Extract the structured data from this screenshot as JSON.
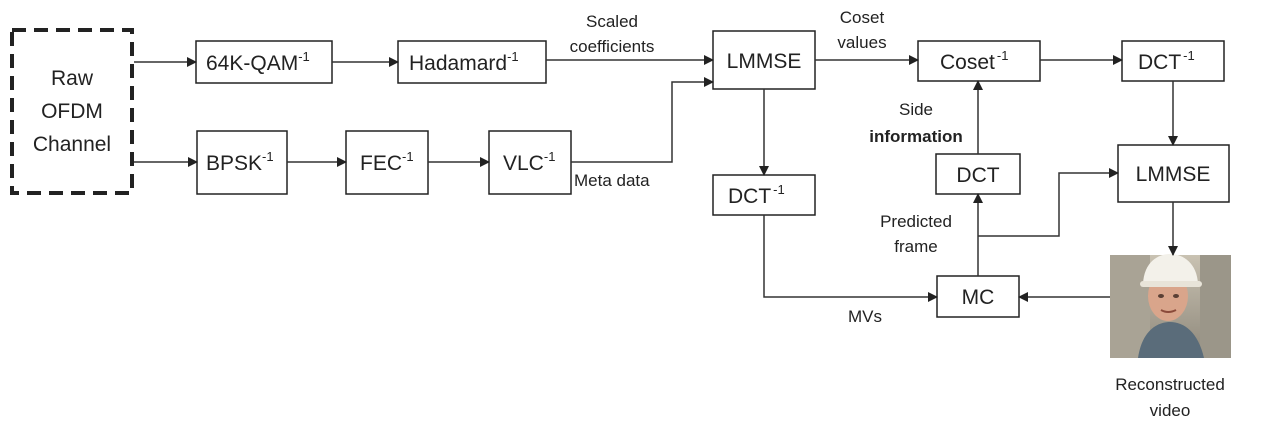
{
  "diagram": {
    "blocks": {
      "raw_ofdm": [
        "Raw",
        "OFDM",
        "Channel"
      ],
      "qam": {
        "label": "64K-QAM",
        "sup": "-1"
      },
      "hadamard": {
        "label": "Hadamard",
        "sup": "-1"
      },
      "lmmse_top": {
        "label": "LMMSE"
      },
      "coset": {
        "label": "Coset",
        "sup": "-1"
      },
      "dct_inv_right": {
        "label": "DCT",
        "sup": "-1"
      },
      "bpsk": {
        "label": "BPSK",
        "sup": "-1"
      },
      "fec": {
        "label": "FEC",
        "sup": "-1"
      },
      "vlc": {
        "label": "VLC",
        "sup": "-1"
      },
      "dct_mid": {
        "label": "DCT"
      },
      "lmmse_right": {
        "label": "LMMSE"
      },
      "dct_inv_left": {
        "label": "DCT",
        "sup": "-1"
      },
      "mc": {
        "label": "MC"
      }
    },
    "edge_labels": {
      "scaled_coefficients": [
        "Scaled",
        "coefficients"
      ],
      "coset_values": [
        "Coset",
        "values"
      ],
      "side_information": [
        "Side",
        "information"
      ],
      "meta_data": "Meta data",
      "predicted_frame": [
        "Predicted",
        "frame"
      ],
      "mvs": "MVs",
      "reconstructed_video": [
        "Reconstructed",
        "video"
      ]
    },
    "image": {
      "name": "reconstructed-video-frame"
    },
    "colors": {
      "stroke": "#222222",
      "text": "#222222"
    }
  }
}
